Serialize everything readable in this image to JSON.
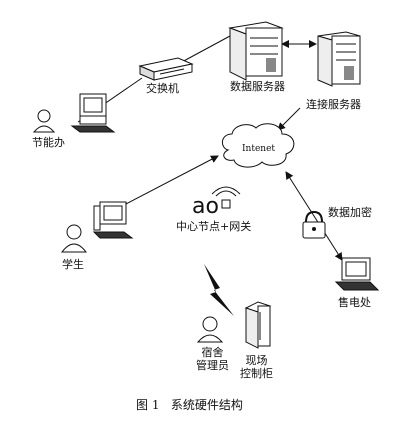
{
  "nodes": {
    "switch": "交换机",
    "data_server": "数据服务器",
    "connect_server": "连接服务器",
    "energy_office": "节能办",
    "internet": "Intenet",
    "gateway_logo": "ao",
    "gateway": "中心节点+网关",
    "data_encryption": "数据加密",
    "student": "学生",
    "dorm_manager": "宿舍\n管理员",
    "field_cabinet": "现场\n控制柜",
    "sales_office": "售电处"
  },
  "caption": "图 1   系统硬件结构"
}
